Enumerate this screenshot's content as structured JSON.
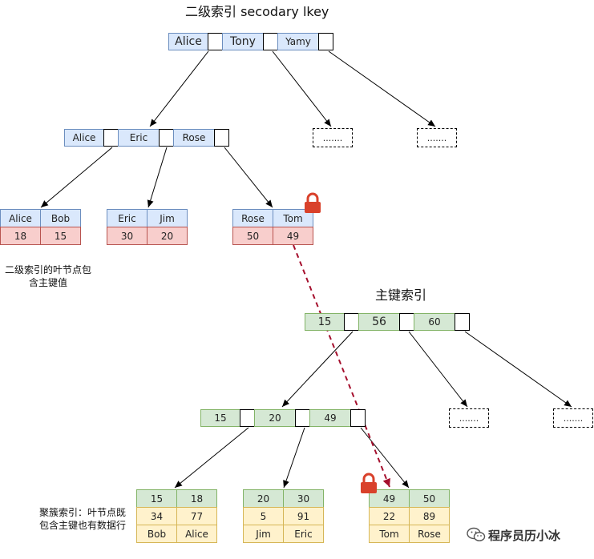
{
  "colors": {
    "blue": "#dae8fc",
    "red": "#f8cecc",
    "green": "#d5e8d4",
    "yellow": "#fff2cc",
    "arrow_dashed": "#a50f2d",
    "lock": "#d9412b"
  },
  "secondary": {
    "title": "二级索引 secodary lkey",
    "root_keys": [
      "Alice",
      "Tony",
      "Yamy"
    ],
    "mid_keys": [
      "Alice",
      "Eric",
      "Rose"
    ],
    "placeholder": ".......",
    "leaves": [
      {
        "keys": [
          "Alice",
          "Bob"
        ],
        "values": [
          "18",
          "15"
        ]
      },
      {
        "keys": [
          "Eric",
          "Jim"
        ],
        "values": [
          "30",
          "20"
        ]
      },
      {
        "keys": [
          "Rose",
          "Tom"
        ],
        "values": [
          "50",
          "49"
        ]
      }
    ],
    "note": "二级索引的叶节点包含主键值"
  },
  "primary": {
    "title": "主键索引",
    "root_keys": [
      "15",
      "56",
      "60"
    ],
    "mid_keys": [
      "15",
      "20",
      "49"
    ],
    "placeholder": ".......",
    "leaves": [
      {
        "ids": [
          "15",
          "18"
        ],
        "ages": [
          "34",
          "77"
        ],
        "names": [
          "Bob",
          "Alice"
        ]
      },
      {
        "ids": [
          "20",
          "30"
        ],
        "ages": [
          "5",
          "91"
        ],
        "names": [
          "Jim",
          "Eric"
        ]
      },
      {
        "ids": [
          "49",
          "50"
        ],
        "ages": [
          "22",
          "89"
        ],
        "names": [
          "Tom",
          "Rose"
        ]
      }
    ],
    "note": "聚簇索引：叶节点既包含主键也有数据行"
  },
  "brand": "程序员历小冰",
  "icons": {
    "lock": "lock-icon",
    "brand": "wechat-icon"
  }
}
